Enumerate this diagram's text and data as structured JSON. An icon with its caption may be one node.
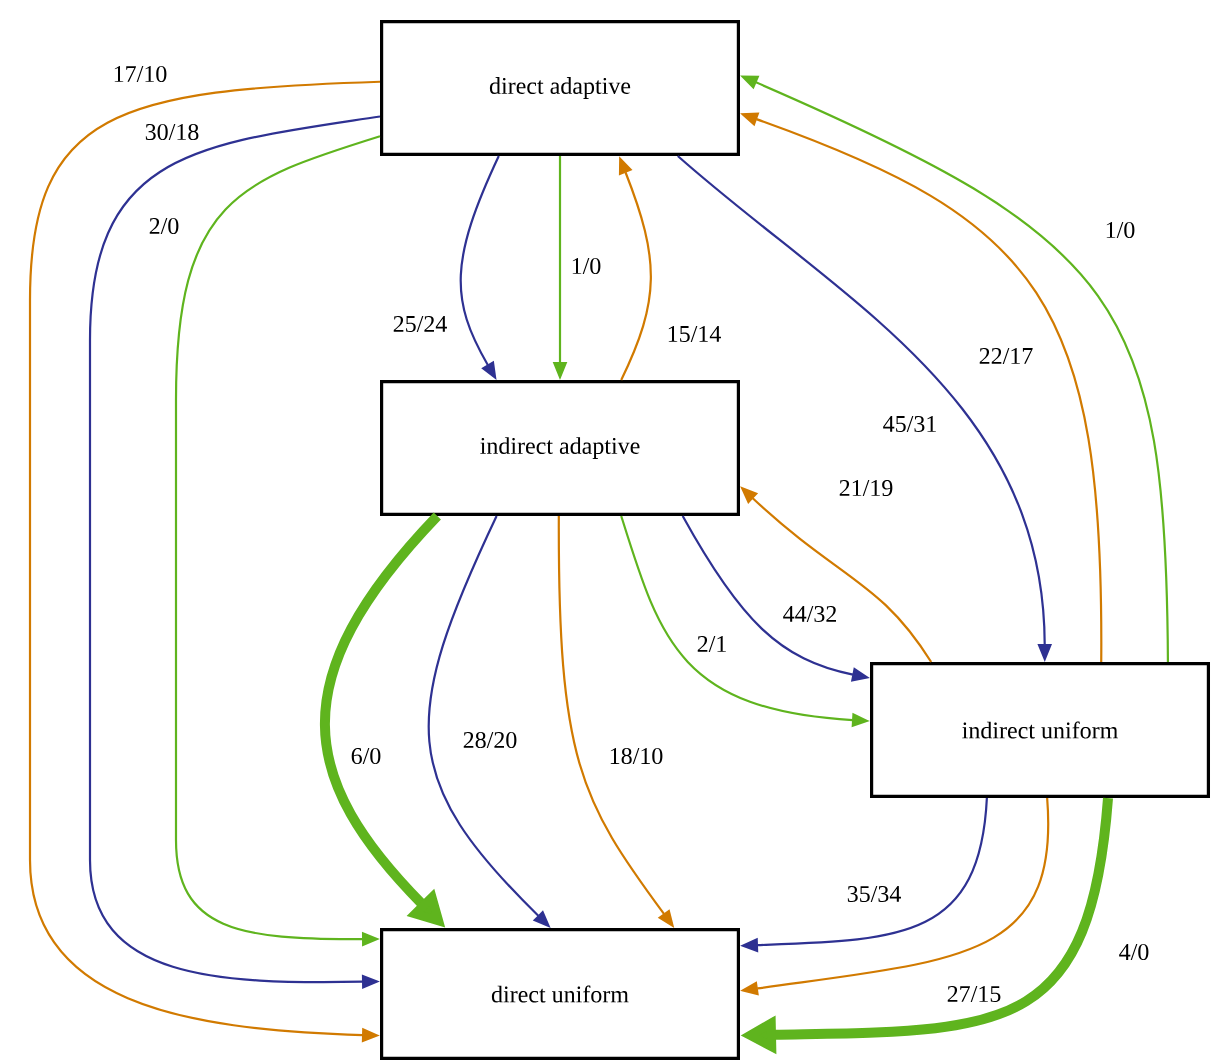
{
  "diagram": {
    "nodes": [
      {
        "text": [
          "direct adaptive"
        ]
      },
      {
        "text": [
          "indirect adaptive"
        ]
      },
      {
        "text": [
          "indirect uniform"
        ]
      },
      {
        "text": [
          "direct uniform"
        ]
      }
    ],
    "edges": [
      {
        "from": 0,
        "to": 3,
        "arrow": "to",
        "label": "17/10",
        "color": "#d17a00"
      },
      {
        "from": 0,
        "to": 3,
        "arrow": "to",
        "label": "30/18",
        "color": "#2e3192"
      },
      {
        "from": 0,
        "to": 3,
        "arrow": "to",
        "label": "2/0",
        "color": "#5fb41e"
      },
      {
        "from": 0,
        "to": 1,
        "arrow": "to",
        "label": "25/24",
        "color": "#2e3192"
      },
      {
        "from": 0,
        "to": 1,
        "arrow": "to",
        "label": "1/0",
        "color": "#5fb41e"
      },
      {
        "from": 1,
        "to": 0,
        "arrow": "to",
        "label": "15/14",
        "color": "#d17a00"
      },
      {
        "from": 0,
        "to": 2,
        "arrow": "to",
        "label": "45/31",
        "color": "#2e3192"
      },
      {
        "from": 2,
        "to": 0,
        "arrow": "to",
        "label": "22/17",
        "color": "#d17a00"
      },
      {
        "from": 2,
        "to": 0,
        "arrow": "to",
        "label": "1/0",
        "color": "#5fb41e"
      },
      {
        "from": 1,
        "to": 3,
        "arrow": "to",
        "label": "6/0",
        "color": "#5fb41e",
        "style": "thick"
      },
      {
        "from": 1,
        "to": 3,
        "arrow": "to",
        "label": "28/20",
        "color": "#2e3192"
      },
      {
        "from": 1,
        "to": 3,
        "arrow": "to",
        "label": "18/10",
        "color": "#d17a00"
      },
      {
        "from": 1,
        "to": 2,
        "arrow": "to",
        "label": "2/1",
        "color": "#5fb41e"
      },
      {
        "from": 1,
        "to": 2,
        "arrow": "to",
        "label": "44/32",
        "color": "#2e3192"
      },
      {
        "from": 2,
        "to": 1,
        "arrow": "to",
        "label": "21/19",
        "color": "#d17a00"
      },
      {
        "from": 2,
        "to": 3,
        "arrow": "to",
        "label": "35/34",
        "color": "#2e3192"
      },
      {
        "from": 2,
        "to": 3,
        "arrow": "to",
        "label": "27/15",
        "color": "#d17a00"
      },
      {
        "from": 2,
        "to": 3,
        "arrow": "to",
        "label": "4/0",
        "color": "#5fb41e",
        "style": "thick"
      }
    ]
  }
}
